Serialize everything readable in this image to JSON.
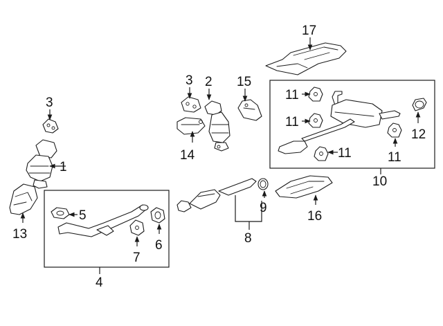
{
  "callouts": {
    "c1": "1",
    "c2": "2",
    "c3a": "3",
    "c3b": "3",
    "c4": "4",
    "c5": "5",
    "c6": "6",
    "c7": "7",
    "c8": "8",
    "c9": "9",
    "c10": "10",
    "c11a": "11",
    "c11b": "11",
    "c11c": "11",
    "c11d": "11",
    "c12": "12",
    "c13": "13",
    "c14": "14",
    "c15": "15",
    "c16": "16",
    "c17": "17"
  },
  "colors": {
    "line": "#1a1a1a",
    "background": "#ffffff"
  }
}
